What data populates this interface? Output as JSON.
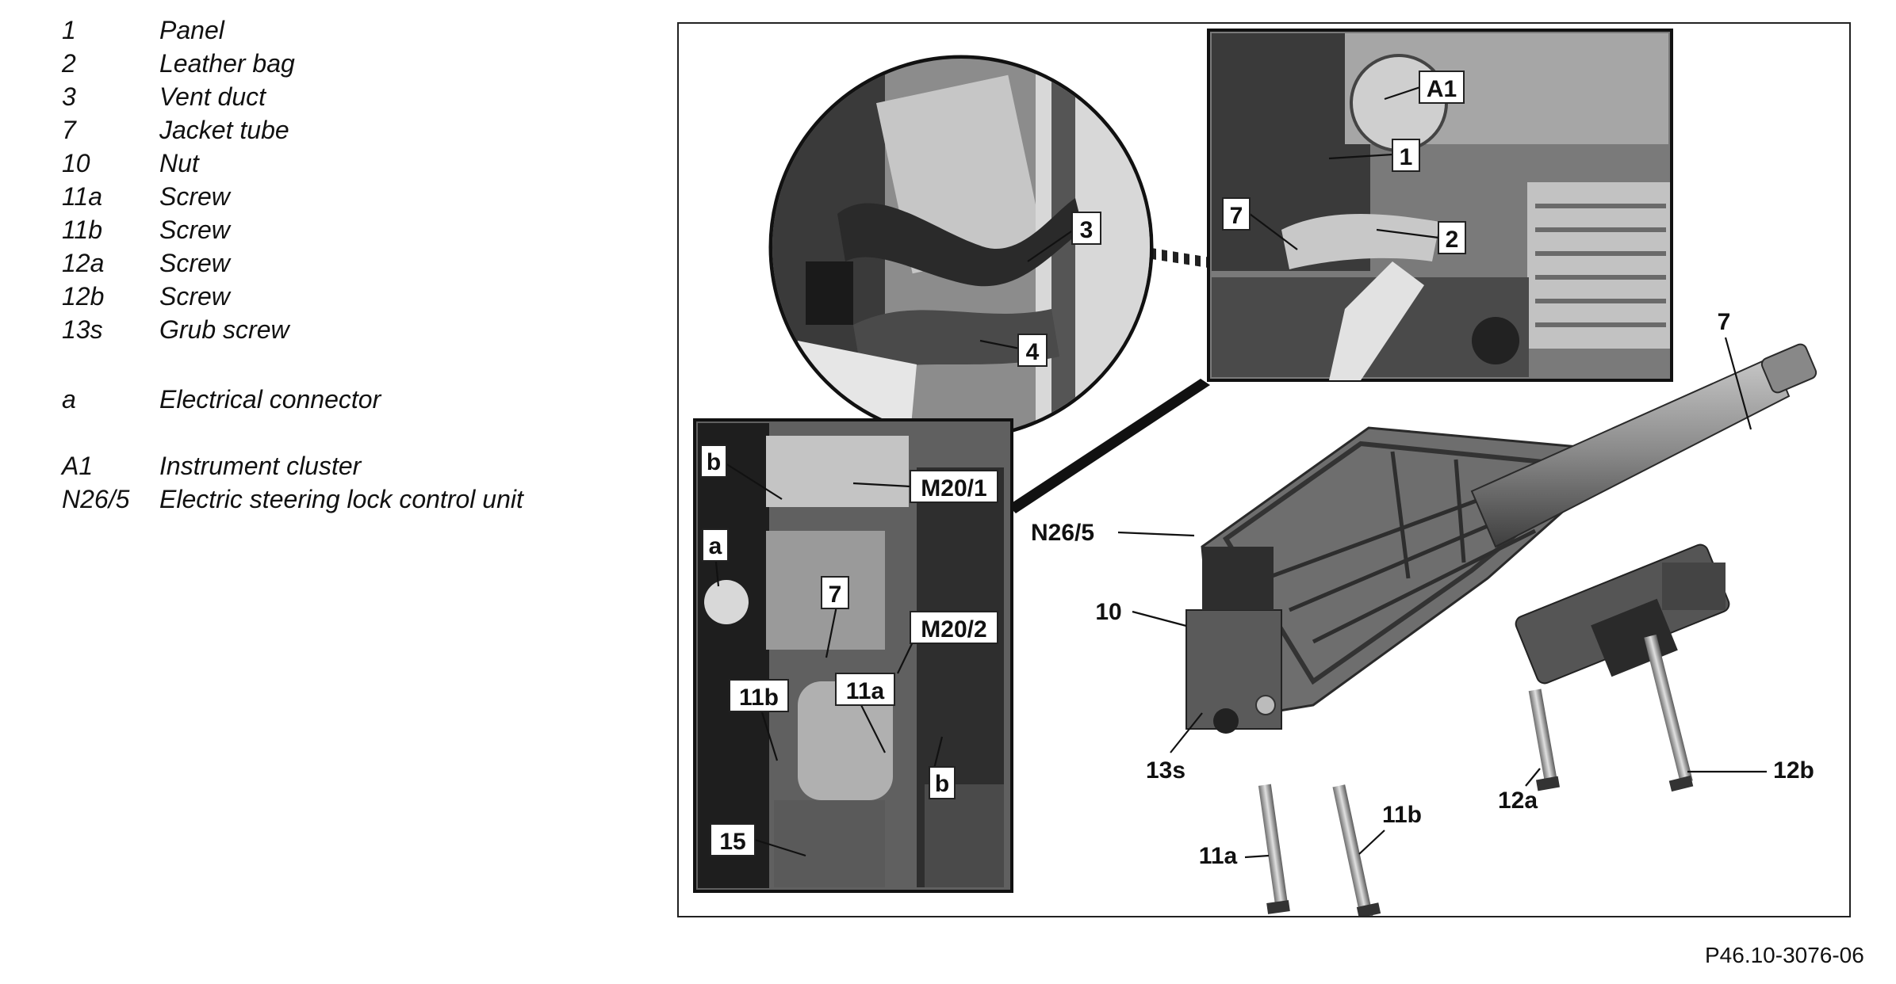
{
  "legend": [
    {
      "key": "1",
      "desc": "Panel"
    },
    {
      "key": "2",
      "desc": "Leather bag"
    },
    {
      "key": "3",
      "desc": "Vent duct"
    },
    {
      "key": "7",
      "desc": "Jacket tube"
    },
    {
      "key": "10",
      "desc": "Nut"
    },
    {
      "key": "11a",
      "desc": "Screw"
    },
    {
      "key": "11b",
      "desc": "Screw"
    },
    {
      "key": "12a",
      "desc": "Screw"
    },
    {
      "key": "12b",
      "desc": "Screw"
    },
    {
      "key": "13s",
      "desc": "Grub screw"
    },
    {
      "key": "a",
      "desc": "Electrical connector"
    },
    {
      "key": "A1",
      "desc": "Instrument cluster"
    },
    {
      "key": "N26/5",
      "desc": "Electric steering lock control unit"
    }
  ],
  "callouts": {
    "circle_3": "3",
    "circle_4": "4",
    "dash_A1": "A1",
    "dash_1": "1",
    "dash_7": "7",
    "dash_2": "2",
    "under_b_top": "b",
    "under_m20_1": "M20/1",
    "under_a": "a",
    "under_7": "7",
    "under_m20_2": "M20/2",
    "under_11b": "11b",
    "under_11a": "11a",
    "under_b_bottom": "b",
    "under_15": "15",
    "col_7": "7",
    "col_n26_5": "N26/5",
    "col_10": "10",
    "col_13s": "13s",
    "col_11a": "11a",
    "col_11b": "11b",
    "col_12a": "12a",
    "col_12b": "12b"
  },
  "figure_code": "P46.10-3076-06",
  "colors": {
    "photo_dark": "#1e1e1e",
    "photo_mid": "#5a5a5a",
    "photo_light": "#a8a8a8",
    "component_gray": "#7d7d7d"
  }
}
